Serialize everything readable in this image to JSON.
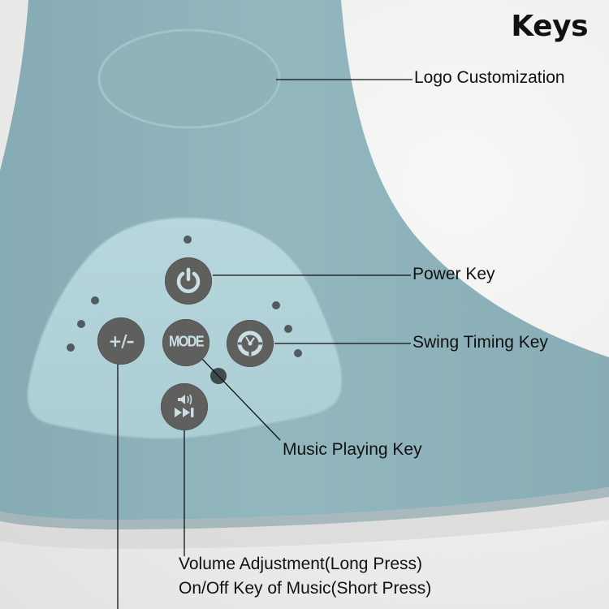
{
  "title": "Keys",
  "colors": {
    "fan_body": "#8fb3bb",
    "key_panel": "#b2d3da",
    "key_button": "#5f5f5e",
    "key_glyph": "#c9dfe4",
    "background": "#ececeb",
    "text": "#111111"
  },
  "callouts": {
    "logo": "Logo Customization",
    "power": "Power Key",
    "swing": "Swing Timing Key",
    "music": "Music Playing Key",
    "volume_line1": "Volume Adjustment(Long Press)",
    "volume_line2": "On/Off Key of Music(Short Press)"
  },
  "keys": {
    "power": {
      "icon": "power-icon"
    },
    "volume": {
      "glyph": "+/–",
      "icon": "plus-minus-icon"
    },
    "mode": {
      "glyph": "MODE"
    },
    "swing": {
      "icon": "timer-clock-icon"
    },
    "music": {
      "icon": "speaker-next-icon"
    }
  }
}
